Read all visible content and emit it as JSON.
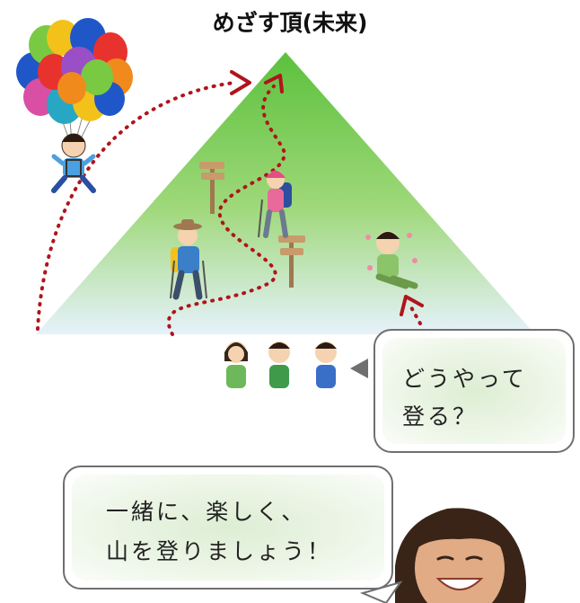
{
  "title": "めざす頂(未来)",
  "question_bubble": {
    "line1": "どうやって",
    "line2": "登る？"
  },
  "speech_bubble": {
    "line1": "一緒に、楽しく、",
    "line2": "山を登りましょう！"
  },
  "colors": {
    "mountain_top": "#5cc13c",
    "mountain_bottom": "#e6f2fb",
    "dotted_path": "#b0141c",
    "bubble_border": "#6f6f6f",
    "bubble_fill": "#e3f0da"
  },
  "icons": [
    "balloons-icon",
    "parachute-person-icon",
    "hiker-man-icon",
    "hiker-woman-icon",
    "signpost-icon",
    "tired-person-icon",
    "thinking-people-icon",
    "smiling-man-photo"
  ]
}
